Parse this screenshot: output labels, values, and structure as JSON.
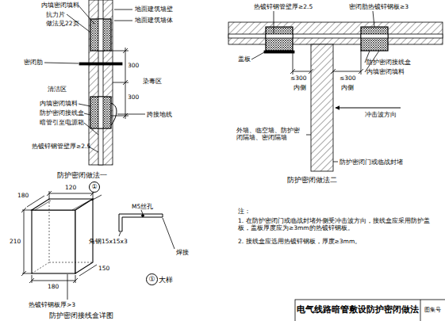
{
  "diagram": {
    "nodes": [
      {
        "text": [
          "①"
        ]
      },
      {
        "text": [
          "①"
        ]
      },
      {
        "text": [
          "电气线路暗管敷设防护密闭做法"
        ]
      },
      {
        "text": [
          "图集号"
        ]
      }
    ],
    "labels": [
      "内填密闭填料",
      "抗力片",
      "做法见22页",
      "密闭肋",
      "地面建筑墙壁",
      "地面建筑墙体",
      "300",
      "300",
      "清洁区",
      "染毒区",
      "内填密闭填料",
      "防护密闭接线盒",
      "暗管引至电源箱",
      "跨接地线",
      "热镀锌钢管壁厚≥2.5",
      "防护密闭做法一",
      "热镀锌钢管壁厚≥2.5",
      "密闭肋热镀锌钢板≥3",
      "防护密闭接线盒",
      "内填密闭填料",
      "≤300",
      "内侧",
      "≤300",
      "内侧",
      "盖板",
      "冲击波方向",
      "外墙、临空墙、防护密闭隔墙、密闭隔墙",
      "防护密闭门或临战封堵",
      "防护密闭做法二",
      "120",
      "180",
      "210",
      "150",
      "180",
      "M5丝孔",
      "角钢15x15x3",
      "焊接",
      "大样",
      "热镀锌钢板厚>3",
      "防护密闭接线盒详图",
      "注：",
      "1. 在防护密闭门或临战封堵外侧受冲击波方向，接线盒应采用防护盖板，盖板厚度应为≥3mm的热镀锌钢板。",
      "2. 接线盒应选用热镀锌钢板，厚度≥3mm。"
    ]
  }
}
